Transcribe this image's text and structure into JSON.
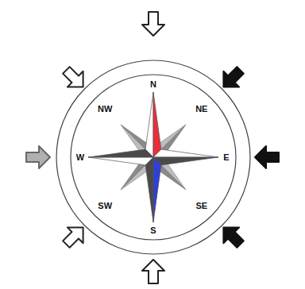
{
  "diagram": {
    "labels": [
      "N",
      "NE",
      "E",
      "SE",
      "S",
      "SW",
      "W",
      "NW"
    ]
  }
}
